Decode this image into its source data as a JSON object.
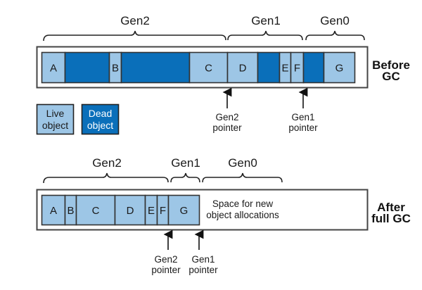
{
  "colors": {
    "live": "#9dc6e6",
    "dead": "#0a6fba",
    "border": "#333333",
    "outer_border": "#444444"
  },
  "before": {
    "label_line1": "Before",
    "label_line2": "GC",
    "generations": [
      {
        "name": "Gen2"
      },
      {
        "name": "Gen1"
      },
      {
        "name": "Gen0"
      }
    ],
    "cells": [
      {
        "label": "A",
        "state": "live",
        "gen": "Gen2"
      },
      {
        "label": "",
        "state": "dead",
        "gen": "Gen2"
      },
      {
        "label": "B",
        "state": "live",
        "gen": "Gen2"
      },
      {
        "label": "",
        "state": "dead",
        "gen": "Gen2"
      },
      {
        "label": "C",
        "state": "live",
        "gen": "Gen2"
      },
      {
        "label": "D",
        "state": "live",
        "gen": "Gen1"
      },
      {
        "label": "",
        "state": "dead",
        "gen": "Gen1"
      },
      {
        "label": "E",
        "state": "live",
        "gen": "Gen1"
      },
      {
        "label": "F",
        "state": "live",
        "gen": "Gen1"
      },
      {
        "label": "",
        "state": "dead",
        "gen": "Gen0"
      },
      {
        "label": "G",
        "state": "live",
        "gen": "Gen0"
      }
    ],
    "pointers": [
      {
        "line1": "Gen2",
        "line2": "pointer"
      },
      {
        "line1": "Gen1",
        "line2": "pointer"
      }
    ]
  },
  "legend": {
    "live_line1": "Live",
    "live_line2": "object",
    "dead_line1": "Dead",
    "dead_line2": "object"
  },
  "after": {
    "label_line1": "After",
    "label_line2": "full GC",
    "generations": [
      {
        "name": "Gen2"
      },
      {
        "name": "Gen1"
      },
      {
        "name": "Gen0"
      }
    ],
    "cells": [
      {
        "label": "A",
        "state": "live",
        "gen": "Gen2"
      },
      {
        "label": "B",
        "state": "live",
        "gen": "Gen2"
      },
      {
        "label": "C",
        "state": "live",
        "gen": "Gen2"
      },
      {
        "label": "D",
        "state": "live",
        "gen": "Gen2"
      },
      {
        "label": "E",
        "state": "live",
        "gen": "Gen2"
      },
      {
        "label": "F",
        "state": "live",
        "gen": "Gen2"
      },
      {
        "label": "G",
        "state": "live",
        "gen": "Gen1"
      }
    ],
    "free_space_line1": "Space for new",
    "free_space_line2": "object allocations",
    "pointers": [
      {
        "line1": "Gen2",
        "line2": "pointer"
      },
      {
        "line1": "Gen1",
        "line2": "pointer"
      }
    ]
  }
}
